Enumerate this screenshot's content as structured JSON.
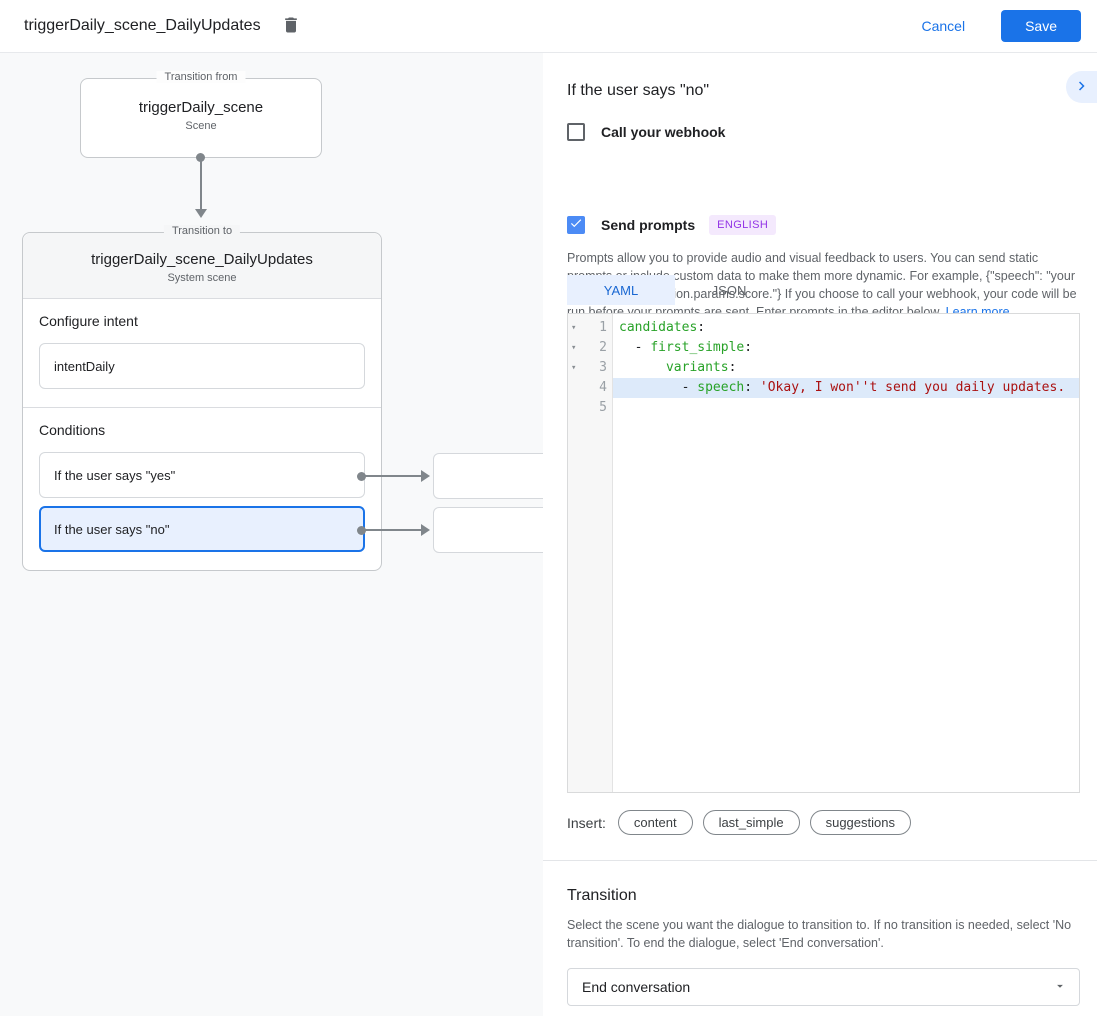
{
  "colors": {
    "accent_blue": "#1a73e8",
    "checkbox_blue": "#4c8bf5",
    "selected_condition_bg": "#e8f0fe",
    "badge_purple": "#9334e6",
    "code_key_green": "#28a228",
    "code_string_red": "#aa1111"
  },
  "topbar": {
    "title": "triggerDaily_scene_DailyUpdates",
    "cancel_label": "Cancel",
    "save_label": "Save"
  },
  "canvas": {
    "from_box": {
      "legend": "Transition from",
      "title": "triggerDaily_scene",
      "subtitle": "Scene"
    },
    "to_box": {
      "legend": "Transition to",
      "title": "triggerDaily_scene_DailyUpdates",
      "subtitle": "System scene",
      "configure_intent_label": "Configure intent",
      "intent_value": "intentDaily",
      "conditions_label": "Conditions",
      "conditions": [
        {
          "label": "If the user says \"yes\"",
          "selected": false
        },
        {
          "label": "If the user says \"no\"",
          "selected": true
        }
      ]
    }
  },
  "panel": {
    "heading": "If the user says \"no\"",
    "webhook_label": "Call your webhook",
    "prompts_label": "Send prompts",
    "language_badge": "ENGLISH",
    "description": "Prompts allow you to provide audio and visual feedback to users. You can send static prompts or include custom data to make them more dynamic. For example, {\"speech\": \"your total score is $session.params.score.\"} If you choose to call your webhook, your code will be run before your prompts are sent. Enter prompts in the editor below. ",
    "learn_more": "Learn more",
    "tabs": [
      {
        "label": "YAML",
        "active": true
      },
      {
        "label": "JSON",
        "active": false
      }
    ],
    "editor_lines": [
      {
        "num": "1",
        "fold": "▾",
        "pre": "",
        "key": "candidates",
        "mid": ":",
        "str": ""
      },
      {
        "num": "2",
        "fold": "▾",
        "pre": "  - ",
        "key": "first_simple",
        "mid": ":",
        "str": ""
      },
      {
        "num": "3",
        "fold": "▾",
        "pre": "      ",
        "key": "variants",
        "mid": ":",
        "str": ""
      },
      {
        "num": "4",
        "fold": "",
        "pre": "        - ",
        "key": "speech",
        "mid": ": ",
        "str": "'Okay, I won''t send you daily updates."
      },
      {
        "num": "5",
        "fold": "",
        "pre": "",
        "key": "",
        "mid": "",
        "str": ""
      }
    ],
    "insert_label": "Insert:",
    "chips": [
      "content",
      "last_simple",
      "suggestions"
    ],
    "transition": {
      "heading": "Transition",
      "description": "Select the scene you want the dialogue to transition to. If no transition is needed, select 'No transition'. To end the dialogue, select 'End conversation'.",
      "dropdown_value": "End conversation"
    }
  }
}
